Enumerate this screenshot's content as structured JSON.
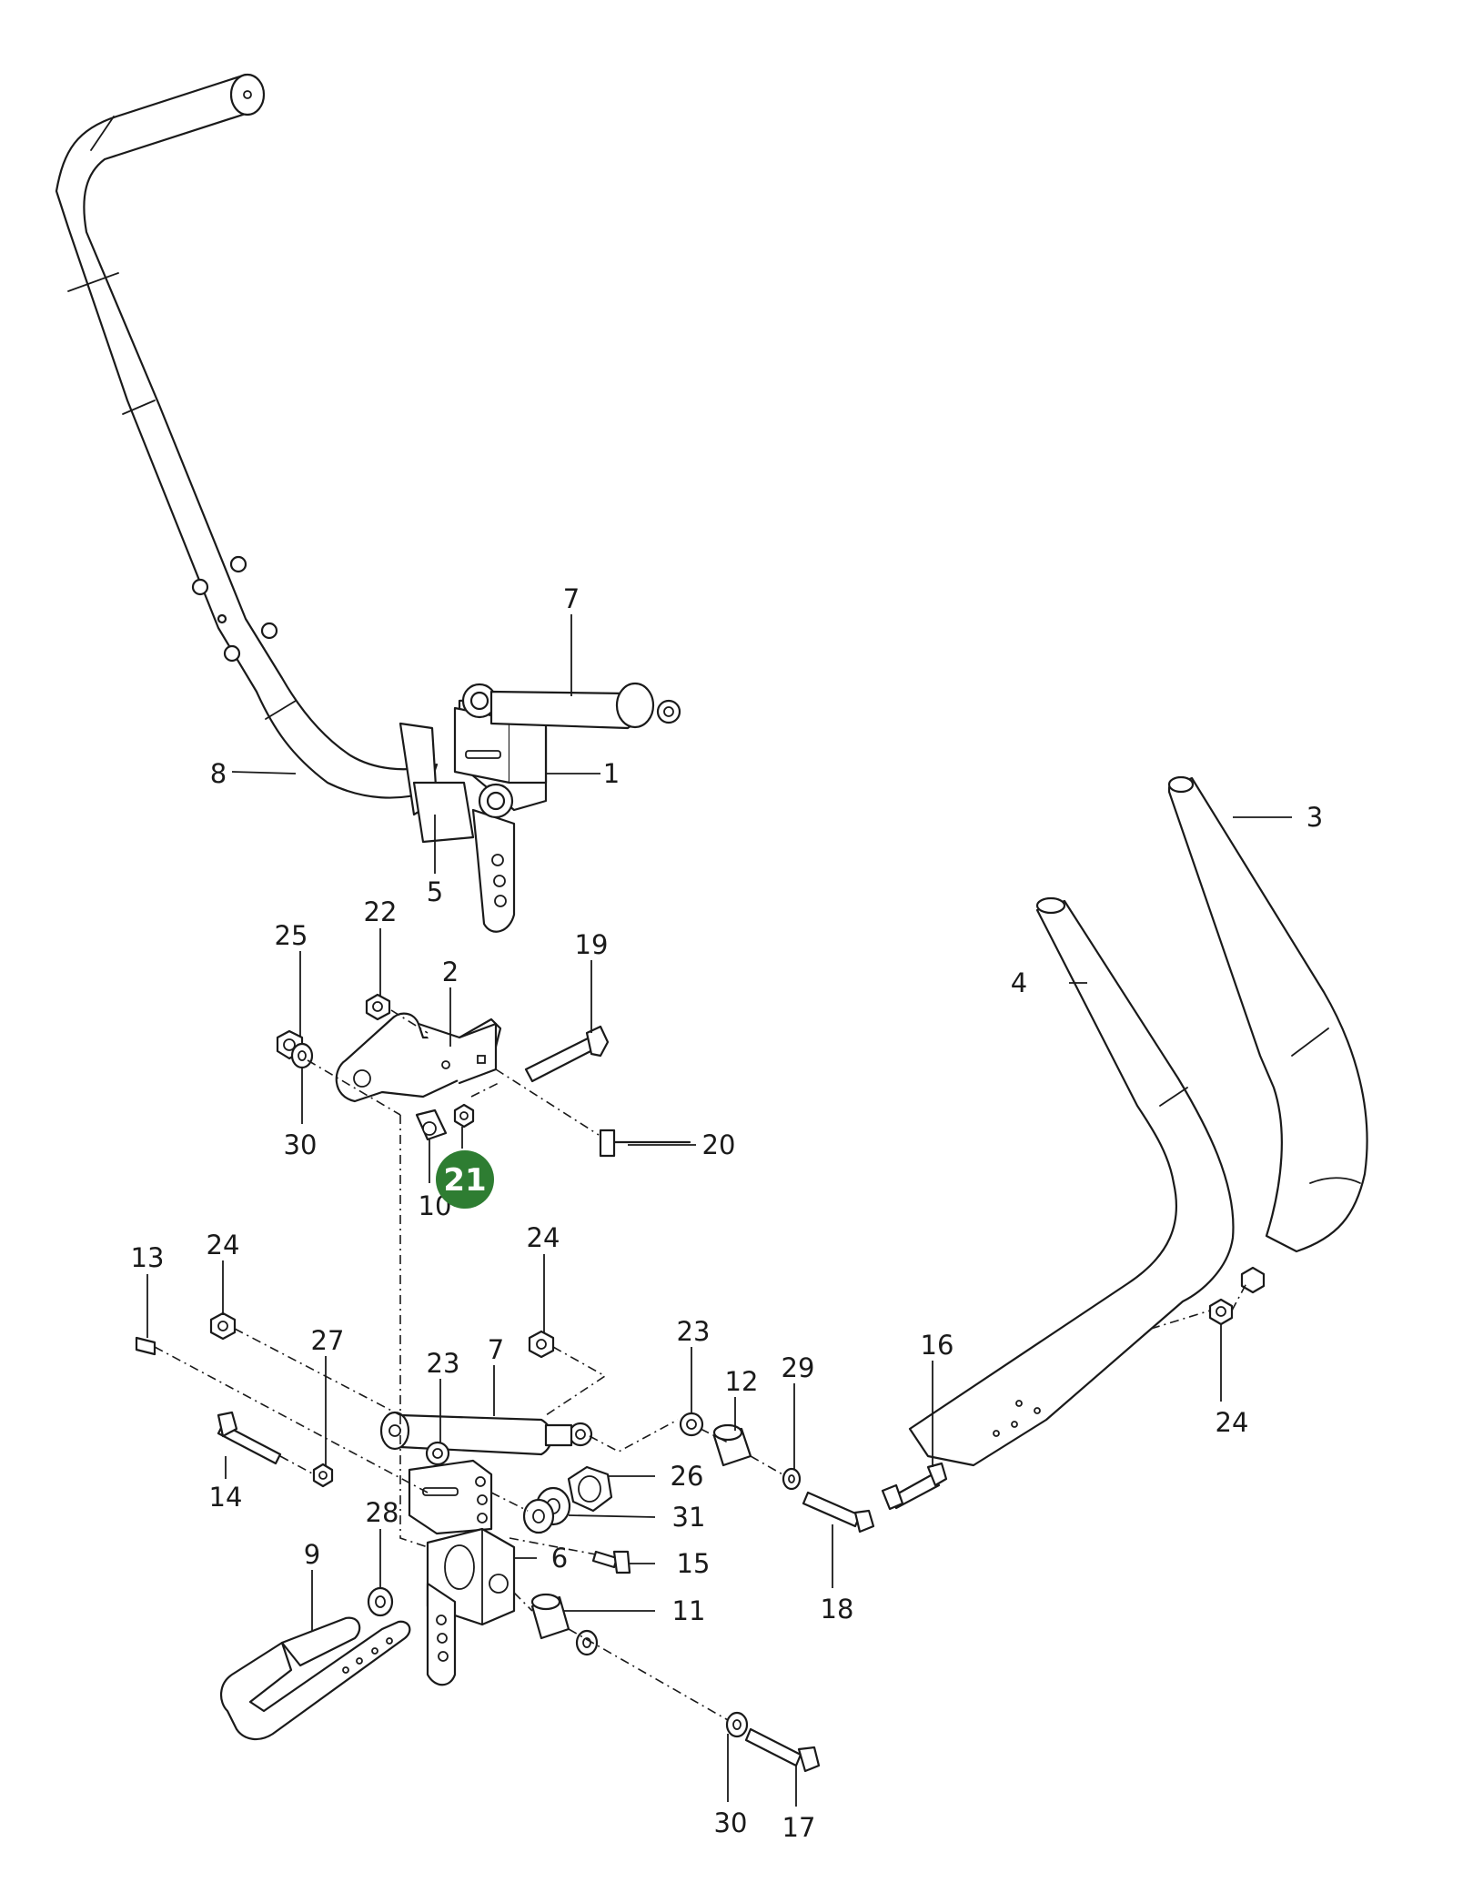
{
  "highlight": {
    "label": "21",
    "color": "#2e7d32"
  },
  "callouts": [
    {
      "id": "c7a",
      "text": "7"
    },
    {
      "id": "c1",
      "text": "1"
    },
    {
      "id": "c8",
      "text": "8"
    },
    {
      "id": "c5",
      "text": "5"
    },
    {
      "id": "c3",
      "text": "3"
    },
    {
      "id": "c4",
      "text": "4"
    },
    {
      "id": "c25",
      "text": "25"
    },
    {
      "id": "c22",
      "text": "22"
    },
    {
      "id": "c2",
      "text": "2"
    },
    {
      "id": "c19",
      "text": "19"
    },
    {
      "id": "c30a",
      "text": "30"
    },
    {
      "id": "c10",
      "text": "10"
    },
    {
      "id": "c20",
      "text": "20"
    },
    {
      "id": "c13",
      "text": "13"
    },
    {
      "id": "c24a",
      "text": "24"
    },
    {
      "id": "c24b",
      "text": "24"
    },
    {
      "id": "c27",
      "text": "27"
    },
    {
      "id": "c23a",
      "text": "23"
    },
    {
      "id": "c7b",
      "text": "7"
    },
    {
      "id": "c23b",
      "text": "23"
    },
    {
      "id": "c12",
      "text": "12"
    },
    {
      "id": "c29",
      "text": "29"
    },
    {
      "id": "c16",
      "text": "16"
    },
    {
      "id": "c24c",
      "text": "24"
    },
    {
      "id": "c14",
      "text": "14"
    },
    {
      "id": "c26",
      "text": "26"
    },
    {
      "id": "c31",
      "text": "31"
    },
    {
      "id": "c28",
      "text": "28"
    },
    {
      "id": "c9",
      "text": "9"
    },
    {
      "id": "c6",
      "text": "6"
    },
    {
      "id": "c15",
      "text": "15"
    },
    {
      "id": "c11",
      "text": "11"
    },
    {
      "id": "c18",
      "text": "18"
    },
    {
      "id": "c30b",
      "text": "30"
    },
    {
      "id": "c17",
      "text": "17"
    }
  ]
}
